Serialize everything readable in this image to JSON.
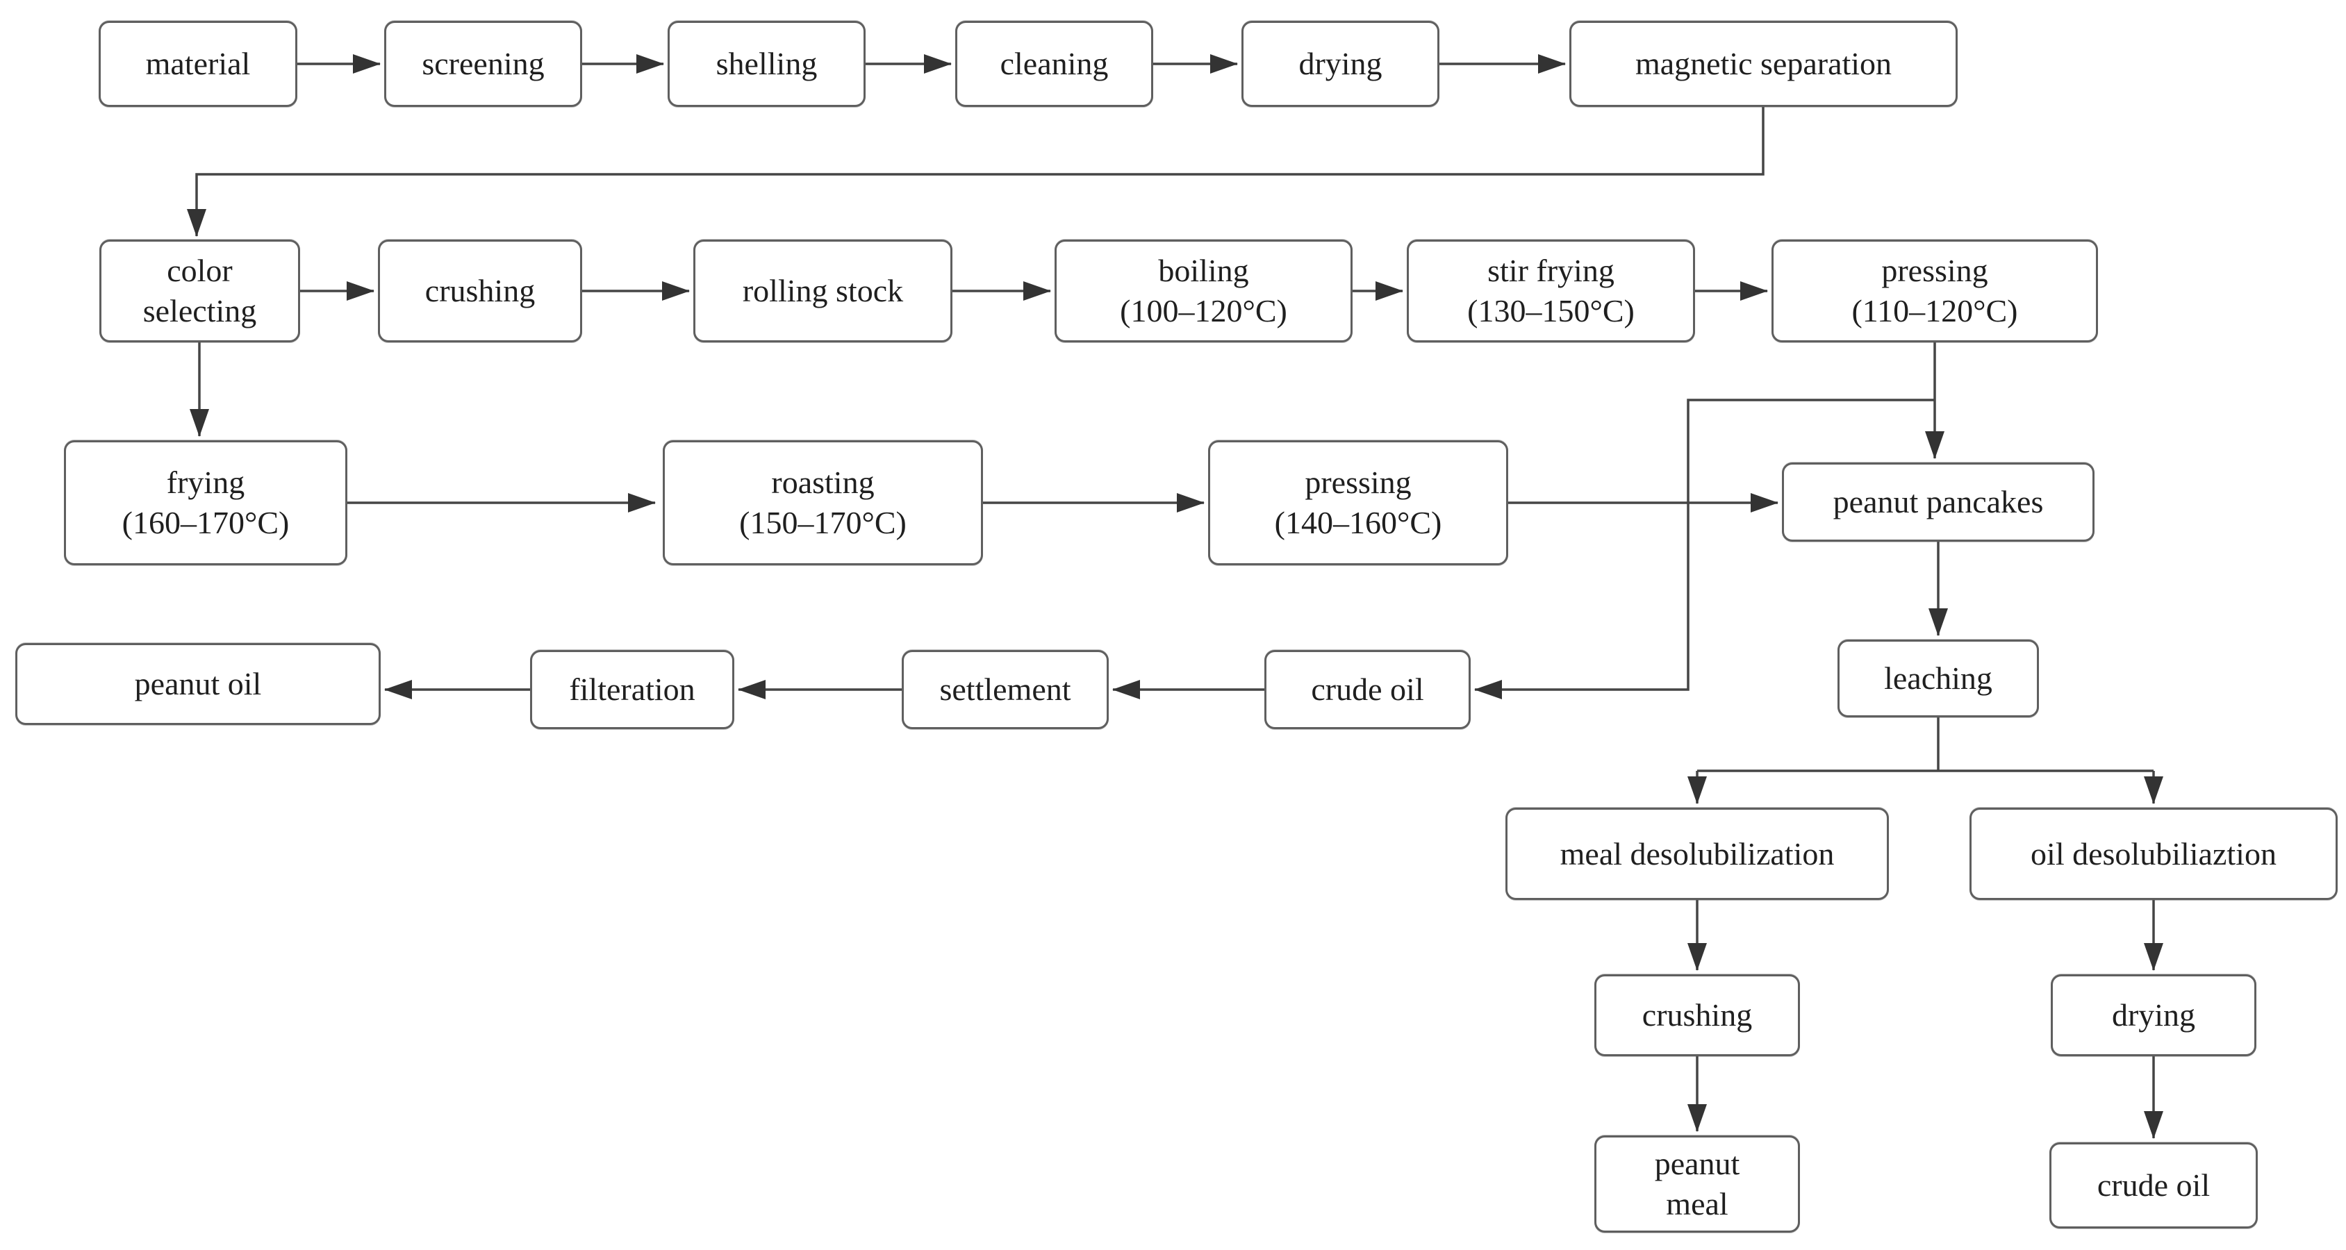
{
  "diagram_type": "flowchart",
  "nodes": {
    "material": {
      "label": "material"
    },
    "screening": {
      "label": "screening"
    },
    "shelling": {
      "label": "shelling"
    },
    "cleaning": {
      "label": "cleaning"
    },
    "drying": {
      "label": "drying"
    },
    "magnetic_separation": {
      "label": "magnetic separation"
    },
    "color_selecting": {
      "label": "color\nselecting"
    },
    "crushing": {
      "label": "crushing"
    },
    "rolling_stock": {
      "label": "rolling stock"
    },
    "boiling": {
      "label": "boiling\n(100–120°C)"
    },
    "stir_frying": {
      "label": "stir frying\n(130–150°C)"
    },
    "pressing_1": {
      "label": "pressing\n(110–120°C)"
    },
    "frying": {
      "label": "frying\n(160–170°C)"
    },
    "roasting": {
      "label": "roasting\n(150–170°C)"
    },
    "pressing_2": {
      "label": "pressing\n(140–160°C)"
    },
    "peanut_pancakes": {
      "label": "peanut pancakes"
    },
    "peanut_oil": {
      "label": "peanut oil"
    },
    "filteration": {
      "label": "filteration"
    },
    "settlement": {
      "label": "settlement"
    },
    "crude_oil_1": {
      "label": "crude oil"
    },
    "leaching": {
      "label": "leaching"
    },
    "meal_desolubilization": {
      "label": "meal desolubilization"
    },
    "oil_desolubiliaztion": {
      "label": "oil desolubiliaztion"
    },
    "crushing_2": {
      "label": "crushing"
    },
    "peanut_meal": {
      "label": "peanut\nmeal"
    },
    "drying_2": {
      "label": "drying"
    },
    "crude_oil_2": {
      "label": "crude oil"
    }
  },
  "edges": [
    {
      "from": "material",
      "to": "screening"
    },
    {
      "from": "screening",
      "to": "shelling"
    },
    {
      "from": "shelling",
      "to": "cleaning"
    },
    {
      "from": "cleaning",
      "to": "drying"
    },
    {
      "from": "drying",
      "to": "magnetic_separation"
    },
    {
      "from": "magnetic_separation",
      "to": "color_selecting"
    },
    {
      "from": "color_selecting",
      "to": "crushing"
    },
    {
      "from": "crushing",
      "to": "rolling_stock"
    },
    {
      "from": "rolling_stock",
      "to": "boiling"
    },
    {
      "from": "boiling",
      "to": "stir_frying"
    },
    {
      "from": "stir_frying",
      "to": "pressing_1"
    },
    {
      "from": "pressing_1",
      "to": "peanut_pancakes"
    },
    {
      "from": "pressing_1",
      "to": "crude_oil_1"
    },
    {
      "from": "color_selecting",
      "to": "frying"
    },
    {
      "from": "frying",
      "to": "roasting"
    },
    {
      "from": "roasting",
      "to": "pressing_2"
    },
    {
      "from": "pressing_2",
      "to": "peanut_pancakes"
    },
    {
      "from": "crude_oil_1",
      "to": "settlement"
    },
    {
      "from": "settlement",
      "to": "filteration"
    },
    {
      "from": "filteration",
      "to": "peanut_oil"
    },
    {
      "from": "peanut_pancakes",
      "to": "leaching"
    },
    {
      "from": "leaching",
      "to": "meal_desolubilization"
    },
    {
      "from": "leaching",
      "to": "oil_desolubiliaztion"
    },
    {
      "from": "meal_desolubilization",
      "to": "crushing_2"
    },
    {
      "from": "crushing_2",
      "to": "peanut_meal"
    },
    {
      "from": "oil_desolubiliaztion",
      "to": "drying_2"
    },
    {
      "from": "drying_2",
      "to": "crude_oil_2"
    }
  ],
  "colors": {
    "background": "#ffffff",
    "box_border": "#5f5f5f",
    "line": "#454545",
    "arrowhead": "#333333",
    "text": "#1f1f1f"
  }
}
